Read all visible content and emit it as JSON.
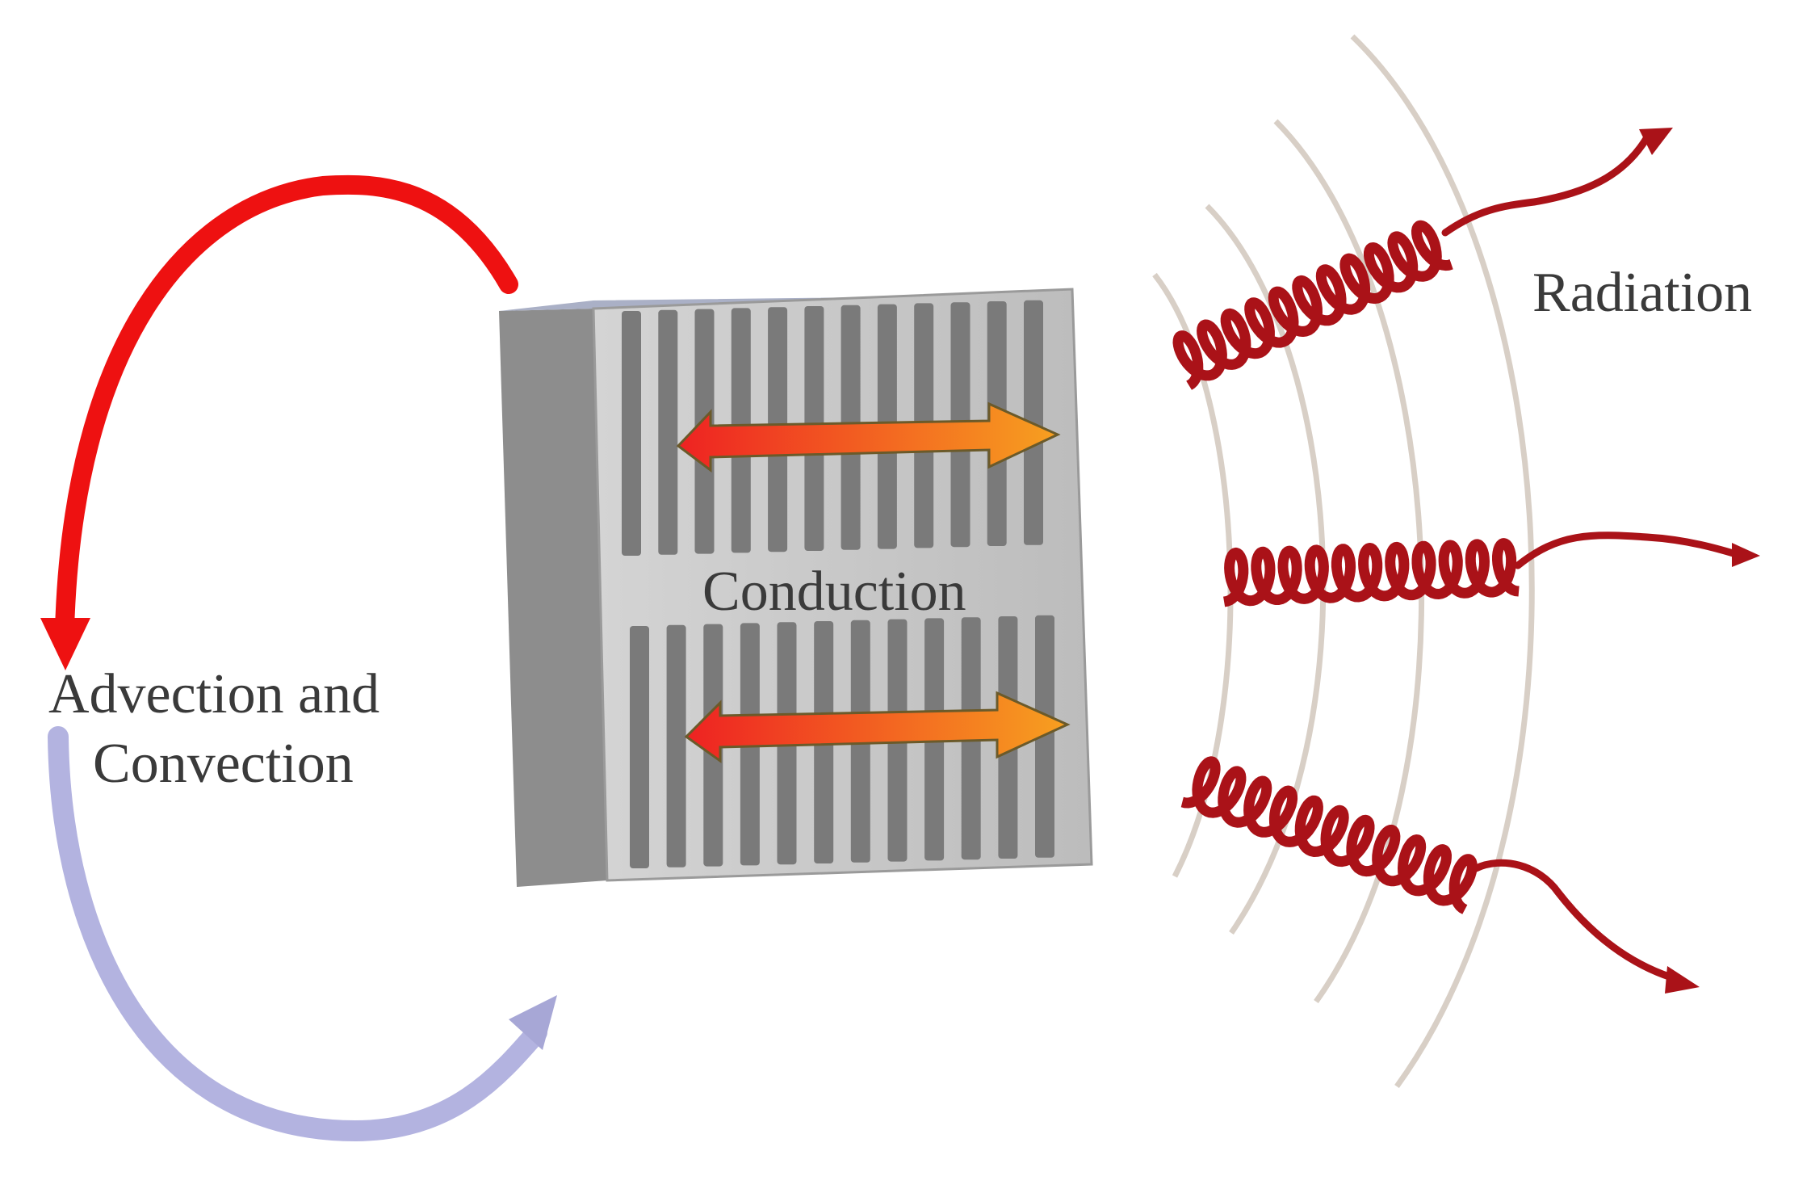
{
  "labels": {
    "advection_line1": "Advection and",
    "advection_line2": "Convection",
    "conduction": "Conduction",
    "radiation": "Radiation"
  },
  "colors": {
    "hot_arrow": "#ee1111",
    "cool_arrow": "#b3b3e0",
    "heatsink_front": "#c3c3c3",
    "heatsink_side": "#8d8d8d",
    "heatsink_slot": "#7a7a7a",
    "conduction_arrow_start": "#ee2222",
    "conduction_arrow_end": "#f7a020",
    "wave_coil": "#aa1218",
    "wavefront": "#d8cfc6"
  },
  "icons": {
    "hot_flow": "curved-arrow-down",
    "cool_flow": "curved-arrow-up",
    "heatsink": "finned-heatsink",
    "conduction": "double-headed-arrow",
    "radiation": "coiled-wave-arrow"
  }
}
